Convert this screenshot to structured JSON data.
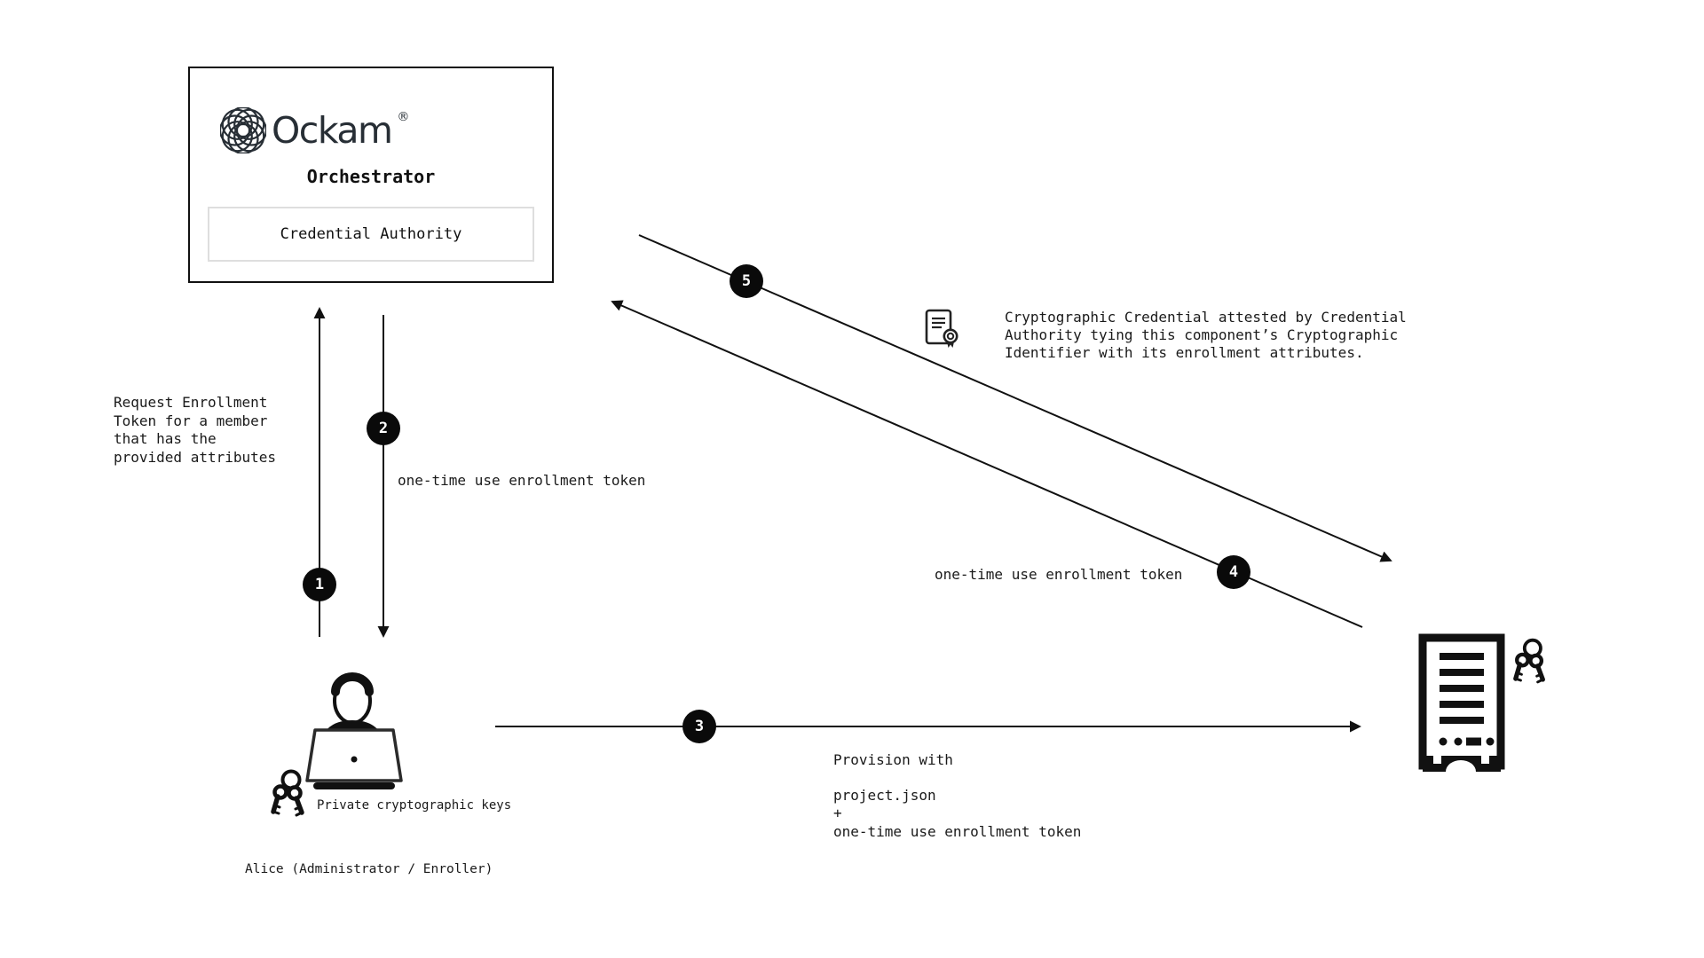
{
  "colors": {
    "ink": "#111111",
    "brand": "#272e35",
    "inner_border": "#dedede",
    "badge_bg": "#0a0a0a"
  },
  "orchestrator": {
    "brand": "Ockam",
    "registered": "®",
    "title": "Orchestrator",
    "credential_authority": "Credential Authority"
  },
  "steps": [
    "1",
    "2",
    "3",
    "4",
    "5"
  ],
  "left_note": {
    "lines": [
      "Request Enrollment",
      "Token for a member",
      "that has the",
      "provided attributes"
    ]
  },
  "token_label_vertical": "one-time use enrollment token",
  "token_label_diagonal": "one-time use enrollment token",
  "provision": {
    "lines": [
      "Provision with",
      "project.json",
      "+",
      "one-time use enrollment token"
    ]
  },
  "credential_note": {
    "lines": [
      "Cryptographic Credential attested by Credential",
      "Authority tying this component’s Cryptographic",
      "Identifier with its enrollment attributes."
    ]
  },
  "alice": {
    "keys_label": "Private cryptographic keys",
    "caption": "Alice (Administrator / Enroller)"
  },
  "icons": {
    "logo": "ockam-flower-logo",
    "certificate": "certificate-seal-icon",
    "person": "person-at-laptop-icon",
    "keys": "key-ring-icon",
    "server": "server-tower-icon"
  }
}
